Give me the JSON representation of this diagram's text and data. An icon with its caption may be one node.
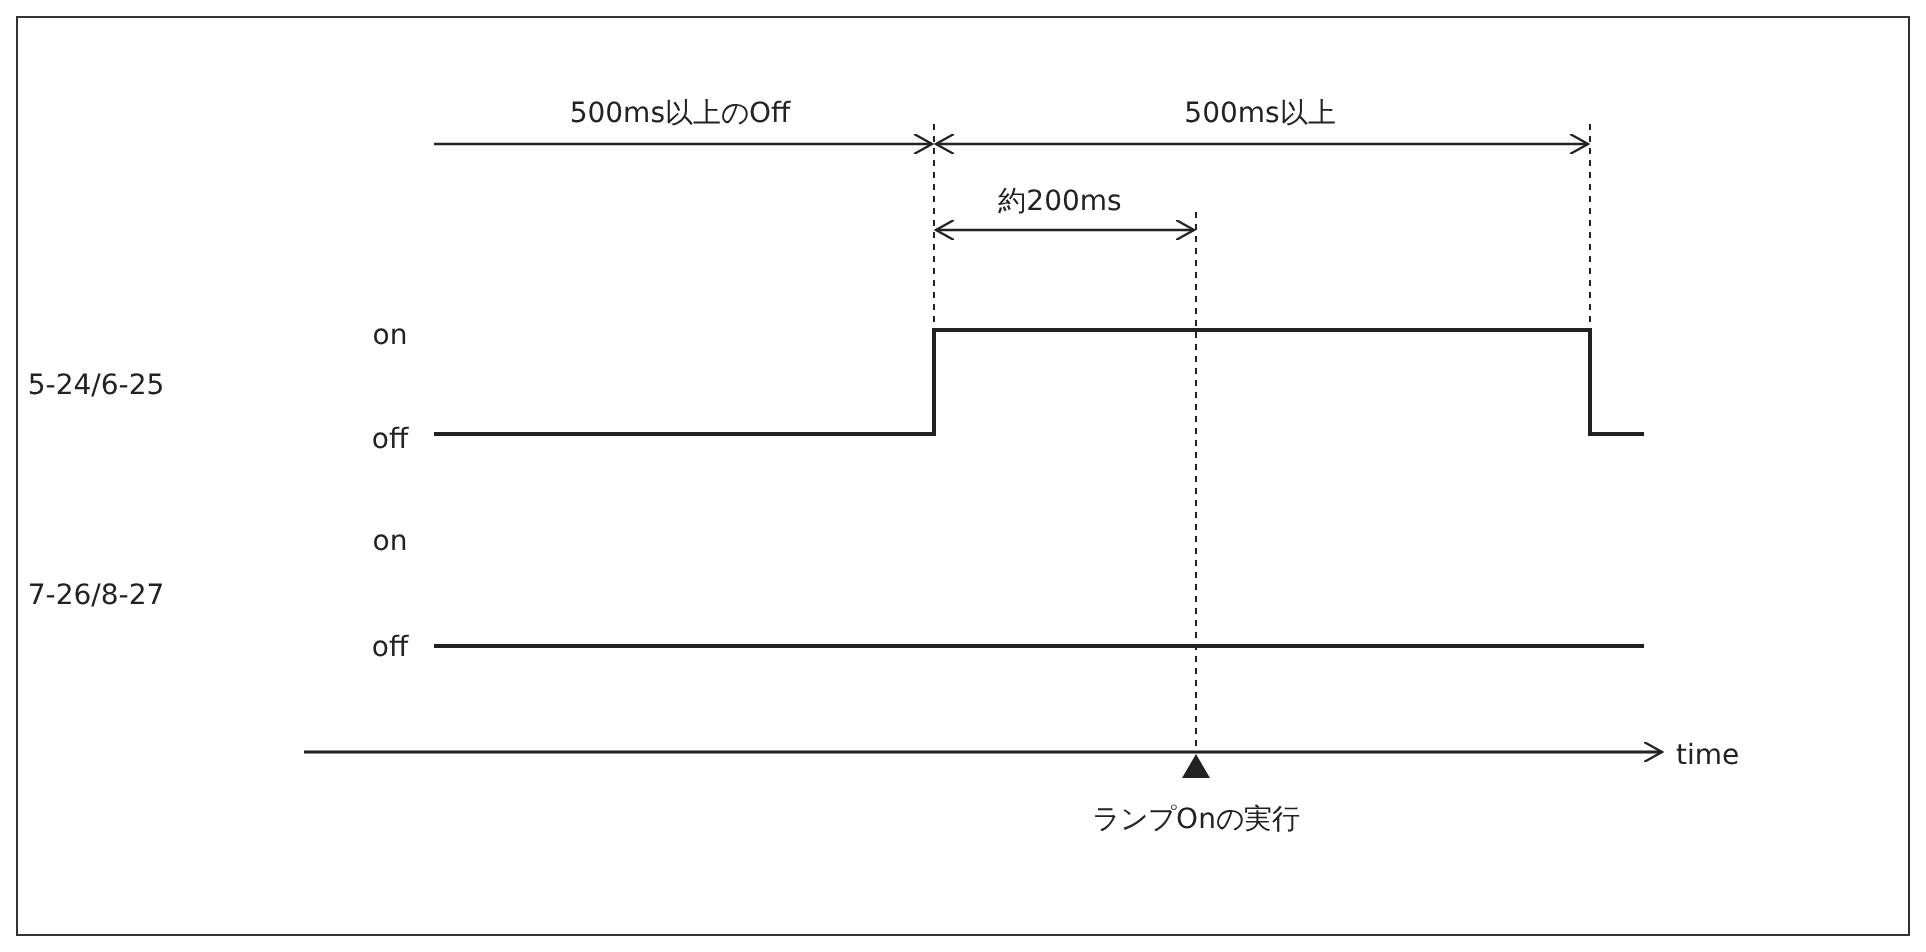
{
  "diagram": {
    "labels": [
      "500ms以上のOff",
      "500ms以上",
      "約200ms",
      "on",
      "5-24/6-25",
      "off",
      "on",
      "7-26/8-27",
      "off",
      "time",
      "ランプOnの実行"
    ]
  }
}
